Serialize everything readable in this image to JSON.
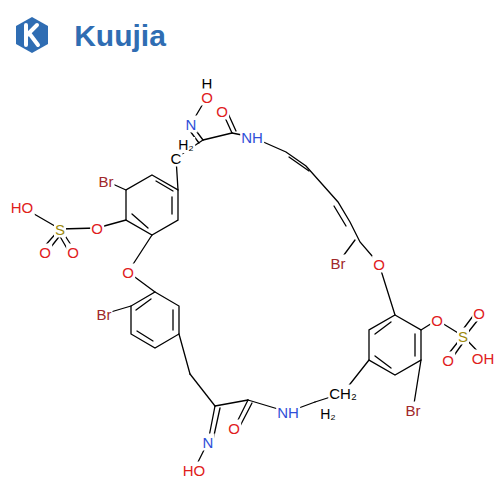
{
  "diagram": {
    "labels": [
      "Kuujia",
      "H",
      "O",
      "O",
      "N",
      "NH",
      "H₂",
      "C",
      "Br",
      "HO",
      "S",
      "O",
      "O",
      "O",
      "O",
      "Br",
      "HO",
      "N",
      "O",
      "NH",
      "CH₂",
      "H₂",
      "Br",
      "O",
      "O",
      "S",
      "O",
      "O",
      "OH",
      "Br"
    ]
  }
}
